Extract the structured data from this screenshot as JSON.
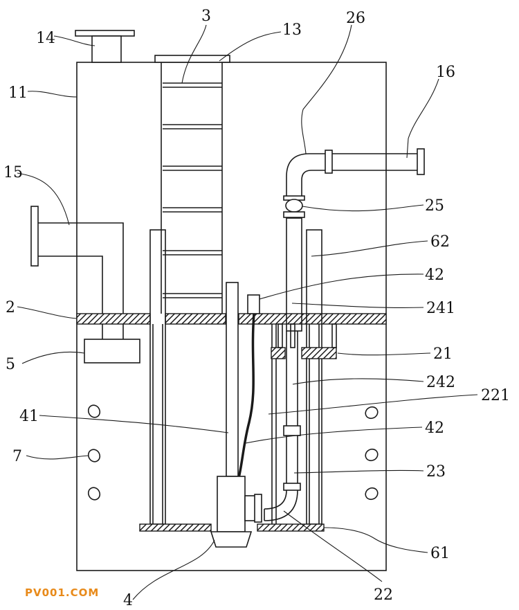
{
  "labels": {
    "l3": "3",
    "l13": "13",
    "l14": "14",
    "l26": "26",
    "l16": "16",
    "l11": "11",
    "l15": "15",
    "l25": "25",
    "l62": "62",
    "l42a": "42",
    "l2": "2",
    "l241": "241",
    "l5": "5",
    "l21": "21",
    "l242": "242",
    "l221": "221",
    "l41": "41",
    "l42b": "42",
    "l7": "7",
    "l23": "23",
    "l61": "61",
    "l4": "4",
    "l22": "22"
  },
  "watermark": "PV001.COM",
  "colors": {
    "line": "#1a1a1a",
    "hatch": "#1a1a1a",
    "watermark": "#e88a1a",
    "background": "#ffffff"
  }
}
